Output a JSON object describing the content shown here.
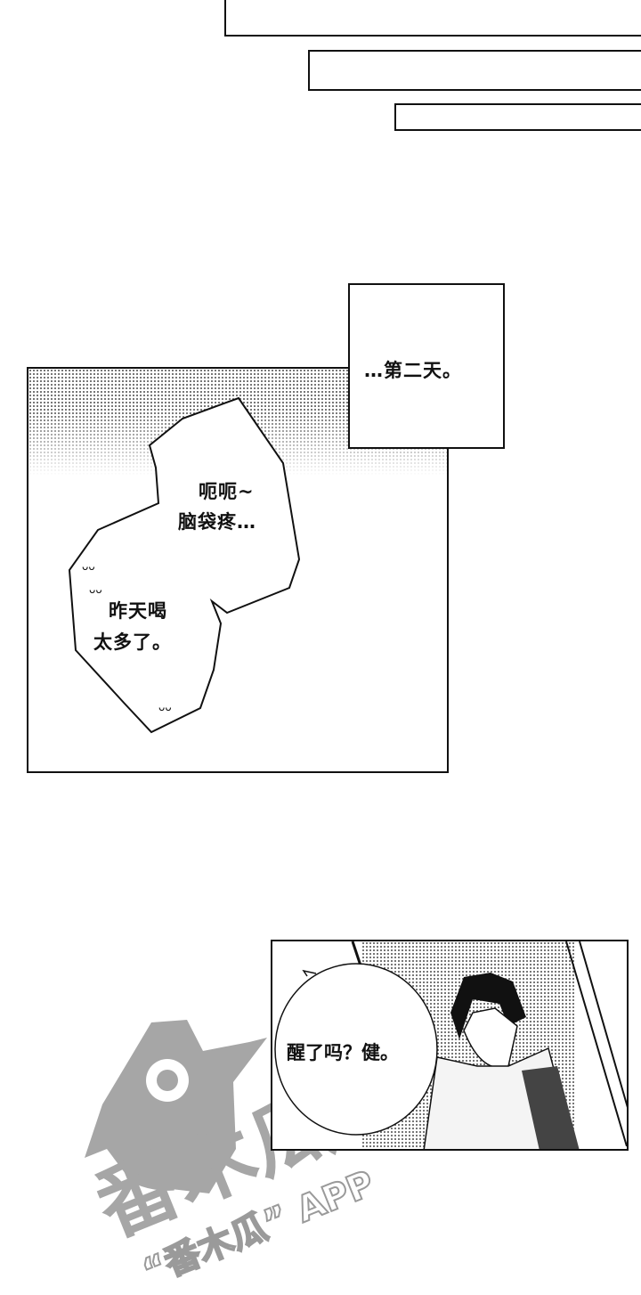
{
  "caption": {
    "text": "…第二天。"
  },
  "panel2": {
    "bubble_line1": "呃呃~",
    "bubble_line2": "脑袋疼…",
    "bubble_line3": "昨天喝",
    "bubble_line4": "太多了。"
  },
  "panel3": {
    "bubble_text": "醒了吗？健。"
  },
  "watermark": {
    "logo_text": "番木瓜",
    "app_text": "“番木瓜” APP",
    "color": "#9a9a9a"
  }
}
